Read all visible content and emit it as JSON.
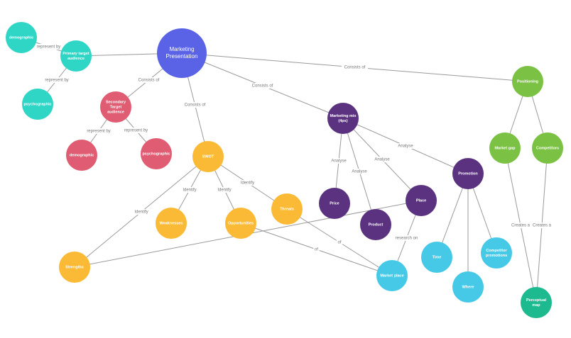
{
  "colors": {
    "blue": "#5a63e6",
    "teal": "#2fd6c6",
    "red": "#e05c72",
    "orange": "#fbba35",
    "purple": "#5b3280",
    "cyan": "#46c9e6",
    "green": "#7bc144",
    "darkteal": "#1db98f",
    "edge": "#9a9a9a"
  },
  "nodes": [
    {
      "id": "marketing-presentation",
      "label": [
        "Marketing",
        "Presentation"
      ],
      "color": "blue",
      "big": true
    },
    {
      "id": "primary-target",
      "label": [
        "Primary target",
        "audience"
      ],
      "color": "teal"
    },
    {
      "id": "demographic-1",
      "label": [
        "demographic"
      ],
      "color": "teal"
    },
    {
      "id": "psychographic-1",
      "label": [
        "psychographic"
      ],
      "color": "teal"
    },
    {
      "id": "secondary-target",
      "label": [
        "Secondary",
        "Target",
        "audience"
      ],
      "color": "red"
    },
    {
      "id": "demographic-2",
      "label": [
        "demographic"
      ],
      "color": "red"
    },
    {
      "id": "psychographic-2",
      "label": [
        "psychographic"
      ],
      "color": "red"
    },
    {
      "id": "swot",
      "label": [
        "SWOT"
      ],
      "color": "orange"
    },
    {
      "id": "weaknesses",
      "label": [
        "Weaknesses"
      ],
      "color": "orange"
    },
    {
      "id": "opportunities",
      "label": [
        "Opportunities"
      ],
      "color": "orange"
    },
    {
      "id": "threats",
      "label": [
        "Threats"
      ],
      "color": "orange"
    },
    {
      "id": "strengths",
      "label": [
        "Strengths"
      ],
      "color": "orange"
    },
    {
      "id": "marketing-mix",
      "label": [
        "Marketing mix",
        "(4ps)"
      ],
      "color": "purple"
    },
    {
      "id": "price",
      "label": [
        "Price"
      ],
      "color": "purple"
    },
    {
      "id": "product",
      "label": [
        "Product"
      ],
      "color": "purple"
    },
    {
      "id": "place",
      "label": [
        "Place"
      ],
      "color": "purple"
    },
    {
      "id": "promotion",
      "label": [
        "Promotion"
      ],
      "color": "purple"
    },
    {
      "id": "market-place",
      "label": [
        "Market place"
      ],
      "color": "cyan"
    },
    {
      "id": "time",
      "label": [
        "Time"
      ],
      "color": "cyan"
    },
    {
      "id": "where",
      "label": [
        "Where"
      ],
      "color": "cyan"
    },
    {
      "id": "competitor-promotions",
      "label": [
        "Competitor",
        "promotions"
      ],
      "color": "cyan"
    },
    {
      "id": "positioning",
      "label": [
        "Positioning"
      ],
      "color": "green"
    },
    {
      "id": "market-gap",
      "label": [
        "Market gap"
      ],
      "color": "green"
    },
    {
      "id": "competitors",
      "label": [
        "Competitors"
      ],
      "color": "green"
    },
    {
      "id": "perceptual-map",
      "label": [
        "Perceptual",
        "map"
      ],
      "color": "darkteal"
    }
  ],
  "edges": [
    {
      "from": "demographic-1",
      "to": "primary-target",
      "label": "represent by"
    },
    {
      "from": "psychographic-1",
      "to": "primary-target",
      "label": "represent by"
    },
    {
      "from": "primary-target",
      "to": "marketing-presentation",
      "label": ""
    },
    {
      "from": "marketing-presentation",
      "to": "secondary-target",
      "label": "Consists of"
    },
    {
      "from": "secondary-target",
      "to": "demographic-2",
      "label": "represent by"
    },
    {
      "from": "secondary-target",
      "to": "psychographic-2",
      "label": "represent by"
    },
    {
      "from": "marketing-presentation",
      "to": "swot",
      "label": "Consists of"
    },
    {
      "from": "marketing-presentation",
      "to": "marketing-mix",
      "label": "Consists of"
    },
    {
      "from": "marketing-presentation",
      "to": "positioning",
      "label": "Consists of"
    },
    {
      "from": "swot",
      "to": "weaknesses",
      "label": "Identify"
    },
    {
      "from": "swot",
      "to": "opportunities",
      "label": "Identify"
    },
    {
      "from": "swot",
      "to": "threats",
      "label": "Identify"
    },
    {
      "from": "swot",
      "to": "strengths",
      "label": "Identify"
    },
    {
      "from": "marketing-mix",
      "to": "price",
      "label": "Analyse"
    },
    {
      "from": "marketing-mix",
      "to": "product",
      "label": "Analyse"
    },
    {
      "from": "marketing-mix",
      "to": "place",
      "label": "Analyse"
    },
    {
      "from": "marketing-mix",
      "to": "promotion",
      "label": "Analyse"
    },
    {
      "from": "promotion",
      "to": "time",
      "label": ""
    },
    {
      "from": "promotion",
      "to": "where",
      "label": ""
    },
    {
      "from": "promotion",
      "to": "competitor-promotions",
      "label": ""
    },
    {
      "from": "place",
      "to": "market-place",
      "label": "research on"
    },
    {
      "from": "strengths",
      "to": "place",
      "label": "of"
    },
    {
      "from": "opportunities",
      "to": "market-place",
      "label": "of"
    },
    {
      "from": "threats",
      "to": "market-place",
      "label": "of"
    },
    {
      "from": "positioning",
      "to": "market-gap",
      "label": ""
    },
    {
      "from": "positioning",
      "to": "competitors",
      "label": ""
    },
    {
      "from": "market-gap",
      "to": "perceptual-map",
      "label": "Creates a"
    },
    {
      "from": "competitors",
      "to": "perceptual-map",
      "label": "Creates a"
    }
  ]
}
